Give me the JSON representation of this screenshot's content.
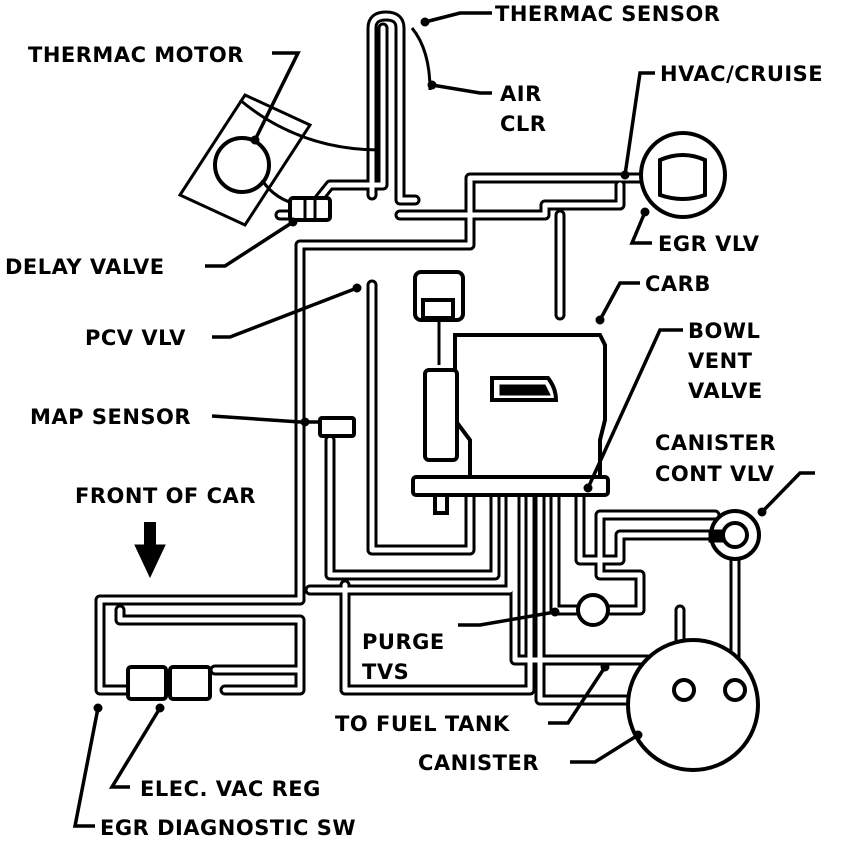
{
  "labels": {
    "thermac_sensor": "THERMAC SENSOR",
    "thermac_motor": "THERMAC MOTOR",
    "air_clr_1": "AIR",
    "air_clr_2": "CLR",
    "hvac_cruise": "HVAC/CRUISE",
    "egr_vlv": "EGR VLV",
    "delay_valve": "DELAY VALVE",
    "carb": "CARB",
    "pcv_vlv": "PCV VLV",
    "bowl_vent_1": "BOWL",
    "bowl_vent_2": "VENT",
    "bowl_vent_3": "VALVE",
    "map_sensor": "MAP SENSOR",
    "canister_cont_1": "CANISTER",
    "canister_cont_2": "CONT VLV",
    "front_of_car": "FRONT OF CAR",
    "purge_tvs_1": "PURGE",
    "purge_tvs_2": "TVS",
    "to_fuel_tank": "TO FUEL TANK",
    "canister": "CANISTER",
    "elec_vac_reg": "ELEC. VAC REG",
    "egr_diag_sw": "EGR DIAGNOSTIC SW"
  }
}
